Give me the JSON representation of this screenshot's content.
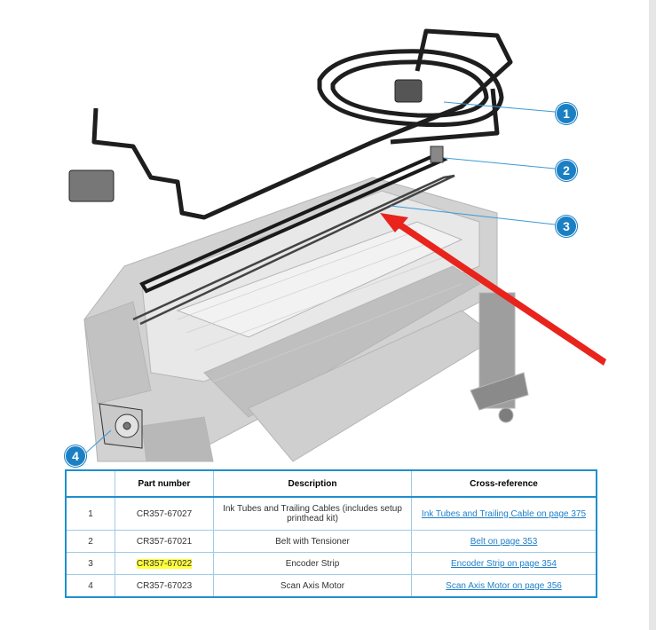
{
  "callouts": [
    "1",
    "2",
    "3",
    "4"
  ],
  "table": {
    "headers": [
      "",
      "Part number",
      "Description",
      "Cross-reference"
    ],
    "rows": [
      {
        "num": "1",
        "part": "CR357-67027",
        "desc": "Ink Tubes and Trailing Cables (includes setup printhead kit)",
        "xref": "Ink Tubes and Trailing Cable on page 375"
      },
      {
        "num": "2",
        "part": "CR357-67021",
        "desc": "Belt with Tensioner",
        "xref": "Belt on page 353"
      },
      {
        "num": "3",
        "part": "CR357-67022",
        "desc": "Encoder Strip",
        "xref": "Encoder Strip on page 354"
      },
      {
        "num": "4",
        "part": "CR357-67023",
        "desc": "Scan Axis Motor",
        "xref": "Scan Axis Motor on page 356"
      }
    ]
  },
  "colors": {
    "accent": "#1e8fce",
    "highlight": "#ffff3a",
    "arrow": "#e8241c"
  }
}
